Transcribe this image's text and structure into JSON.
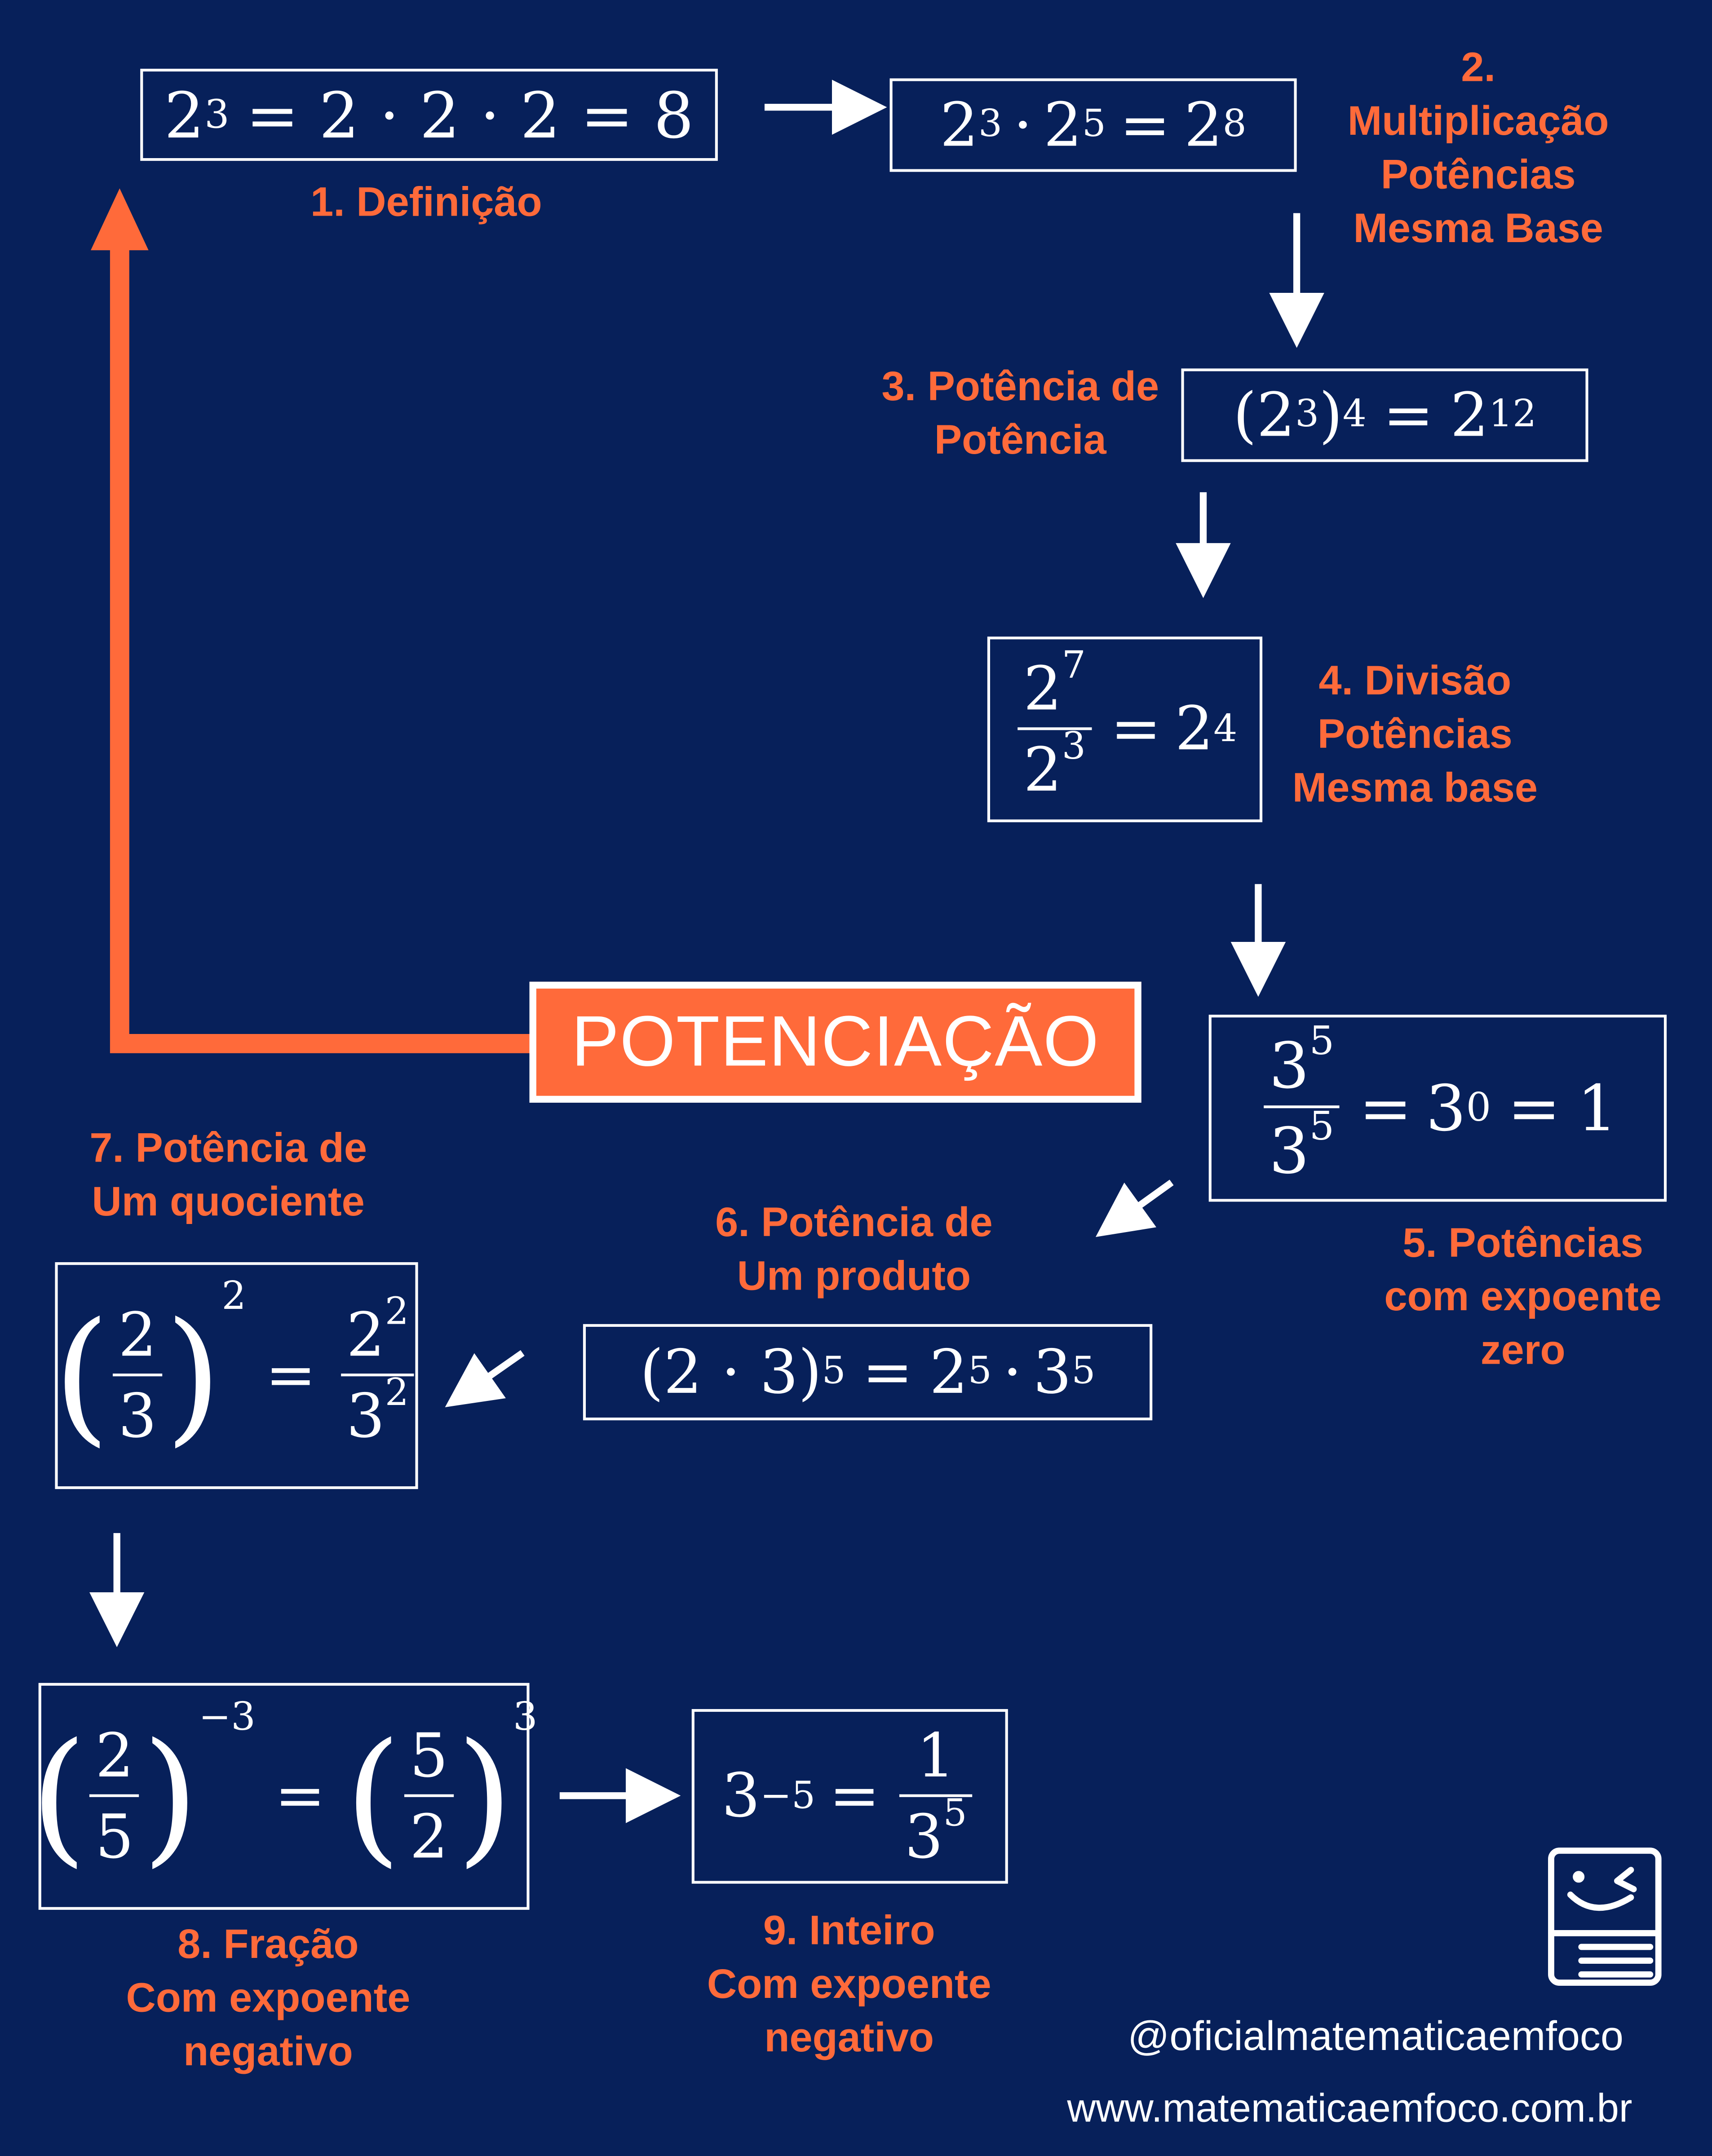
{
  "title": "POTENCIAÇÃO",
  "colors": {
    "background": "#07205a",
    "accent": "#ff6a3a",
    "box_border": "#ffffff",
    "text": "#ffffff"
  },
  "labels": {
    "l1": [
      "1. Definição"
    ],
    "l2": [
      "2.",
      "Multiplicação",
      "Potências",
      "Mesma Base"
    ],
    "l3": [
      "3. Potência de",
      "Potência"
    ],
    "l4": [
      "4. Divisão",
      "Potências",
      "Mesma base"
    ],
    "l5": [
      "5. Potências",
      "com expoente",
      "zero"
    ],
    "l6": [
      "6. Potência de",
      "Um produto"
    ],
    "l7": [
      "7. Potência de",
      "Um quociente"
    ],
    "l8": [
      "8. Fração",
      "Com expoente",
      "negativo"
    ],
    "l9": [
      "9. Inteiro",
      "Com expoente",
      "negativo"
    ]
  },
  "formulas": {
    "f1": {
      "base": "2",
      "exp": "3",
      "rhs": "= 2 · 2 · 2 = 8"
    },
    "f2": {
      "a": "2",
      "a_exp": "3",
      "dot": "·",
      "b": "2",
      "b_exp": "5",
      "eq": "=",
      "c": "2",
      "c_exp": "8"
    },
    "f3": {
      "open": "(",
      "base": "2",
      "inner_exp": "3",
      "close": ")",
      "outer_exp": "4",
      "eq": "=",
      "rbase": "2",
      "rexp": "12"
    },
    "f4": {
      "num": "2",
      "num_exp": "7",
      "den": "2",
      "den_exp": "3",
      "eq": "=",
      "rbase": "2",
      "rexp": "4"
    },
    "f5": {
      "num": "3",
      "num_exp": "5",
      "den": "3",
      "den_exp": "5",
      "eq1": "=",
      "mid": "3",
      "mid_exp": "0",
      "eq2": "=",
      "res": "1"
    },
    "f6": {
      "lhs": "(2 · 3)",
      "lhs_exp": "5",
      "eq": "=",
      "a": "2",
      "a_exp": "5",
      "dot": "·",
      "b": "3",
      "b_exp": "5"
    },
    "f7": {
      "num": "2",
      "den": "3",
      "exp": "2",
      "eq": "=",
      "rnum": "2",
      "rnum_exp": "2",
      "rden": "3",
      "rden_exp": "2"
    },
    "f8": {
      "num": "2",
      "den": "5",
      "exp": "−3",
      "eq": "=",
      "rnum": "5",
      "rden": "2",
      "rexp": "3"
    },
    "f9": {
      "base": "3",
      "exp": "−5",
      "eq": "=",
      "rnum": "1",
      "rden": "3",
      "rden_exp": "5"
    }
  },
  "footer": {
    "handle": "@oficialmatematicaemfoco",
    "url": "www.matematicaemfoco.com.br",
    "logo_icon": "book-face-icon"
  }
}
